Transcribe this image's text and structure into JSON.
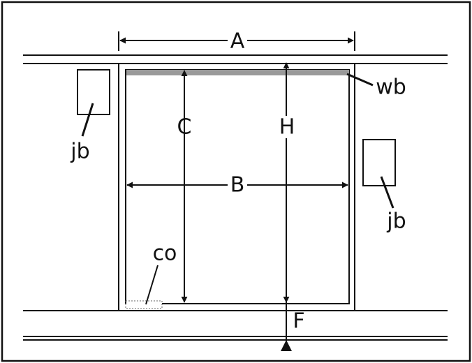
{
  "labels": {
    "A": "A",
    "B": "B",
    "C": "C",
    "H": "H",
    "F": "F",
    "wb": "wb",
    "jb_left": "jb",
    "jb_right": "jb",
    "co": "co"
  },
  "colors": {
    "stroke": "#111111",
    "wall_beam": "#9a9a9a",
    "background": "#ffffff"
  }
}
